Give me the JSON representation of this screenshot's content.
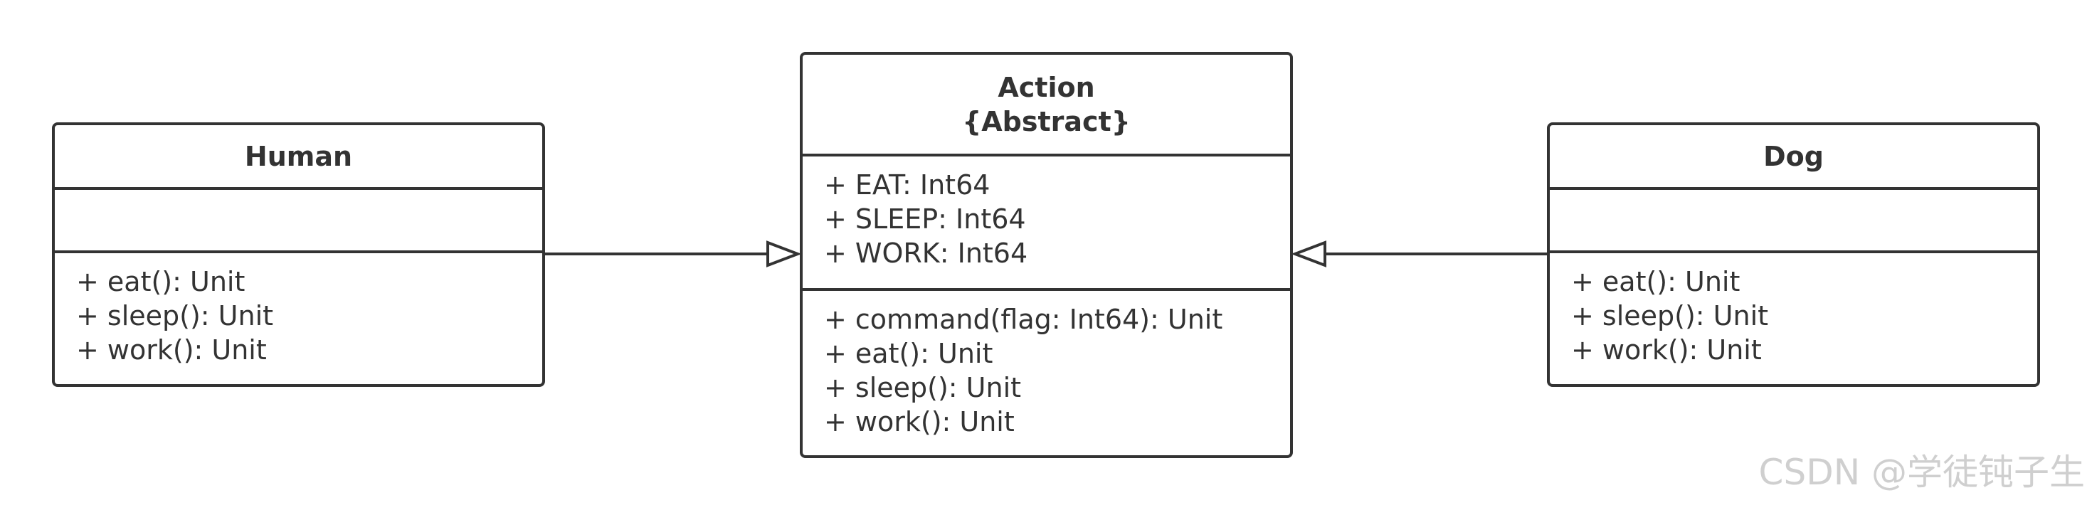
{
  "classes": {
    "human": {
      "name": "Human",
      "attributes": [],
      "methods": [
        "+ eat(): Unit",
        "+ sleep(): Unit",
        "+ work(): Unit"
      ]
    },
    "action": {
      "name": "Action",
      "stereotype": "{Abstract}",
      "attributes": [
        "+ EAT: Int64",
        "+ SLEEP: Int64",
        "+ WORK: Int64"
      ],
      "methods": [
        "+ command(flag: Int64): Unit",
        "+ eat(): Unit",
        "+ sleep(): Unit",
        "+ work(): Unit"
      ]
    },
    "dog": {
      "name": "Dog",
      "attributes": [],
      "methods": [
        "+ eat(): Unit",
        "+ sleep(): Unit",
        "+ work(): Unit"
      ]
    }
  },
  "relationships": [
    {
      "from": "Human",
      "to": "Action",
      "type": "realization"
    },
    {
      "from": "Dog",
      "to": "Action",
      "type": "realization"
    }
  ],
  "colors": {
    "stroke": "#333333",
    "text": "#333333",
    "watermark": "#cfcfcf"
  },
  "watermark": "CSDN @学徒钝子生"
}
